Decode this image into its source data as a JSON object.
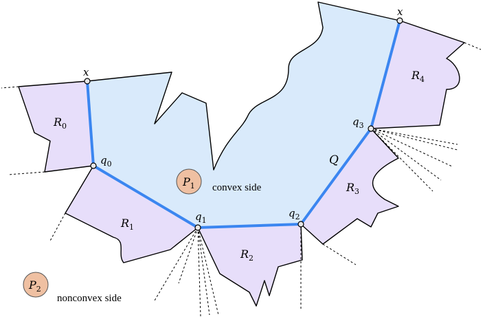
{
  "labels": {
    "x_left": "x",
    "x_right": "x",
    "q0": {
      "base": "q",
      "sub": "0"
    },
    "q1": {
      "base": "q",
      "sub": "1"
    },
    "q2": {
      "base": "q",
      "sub": "2"
    },
    "q3": {
      "base": "q",
      "sub": "3"
    },
    "Q": "Q",
    "R0": {
      "base": "R",
      "sub": "0"
    },
    "R1": {
      "base": "R",
      "sub": "1"
    },
    "R2": {
      "base": "R",
      "sub": "2"
    },
    "R3": {
      "base": "R",
      "sub": "3"
    },
    "R4": {
      "base": "R",
      "sub": "4"
    },
    "P1": {
      "base": "P",
      "sub": "1"
    },
    "P2": {
      "base": "P",
      "sub": "2"
    },
    "convex_side": "convex side",
    "nonconvex_side": "nonconvex side"
  },
  "colors": {
    "polygon_fill": "#d9eafb",
    "region_fill": "#e7defa",
    "chain_stroke": "#3b86f0",
    "disk_fill": "#efc0a2",
    "vertex_fill": "#e6e6e6"
  }
}
